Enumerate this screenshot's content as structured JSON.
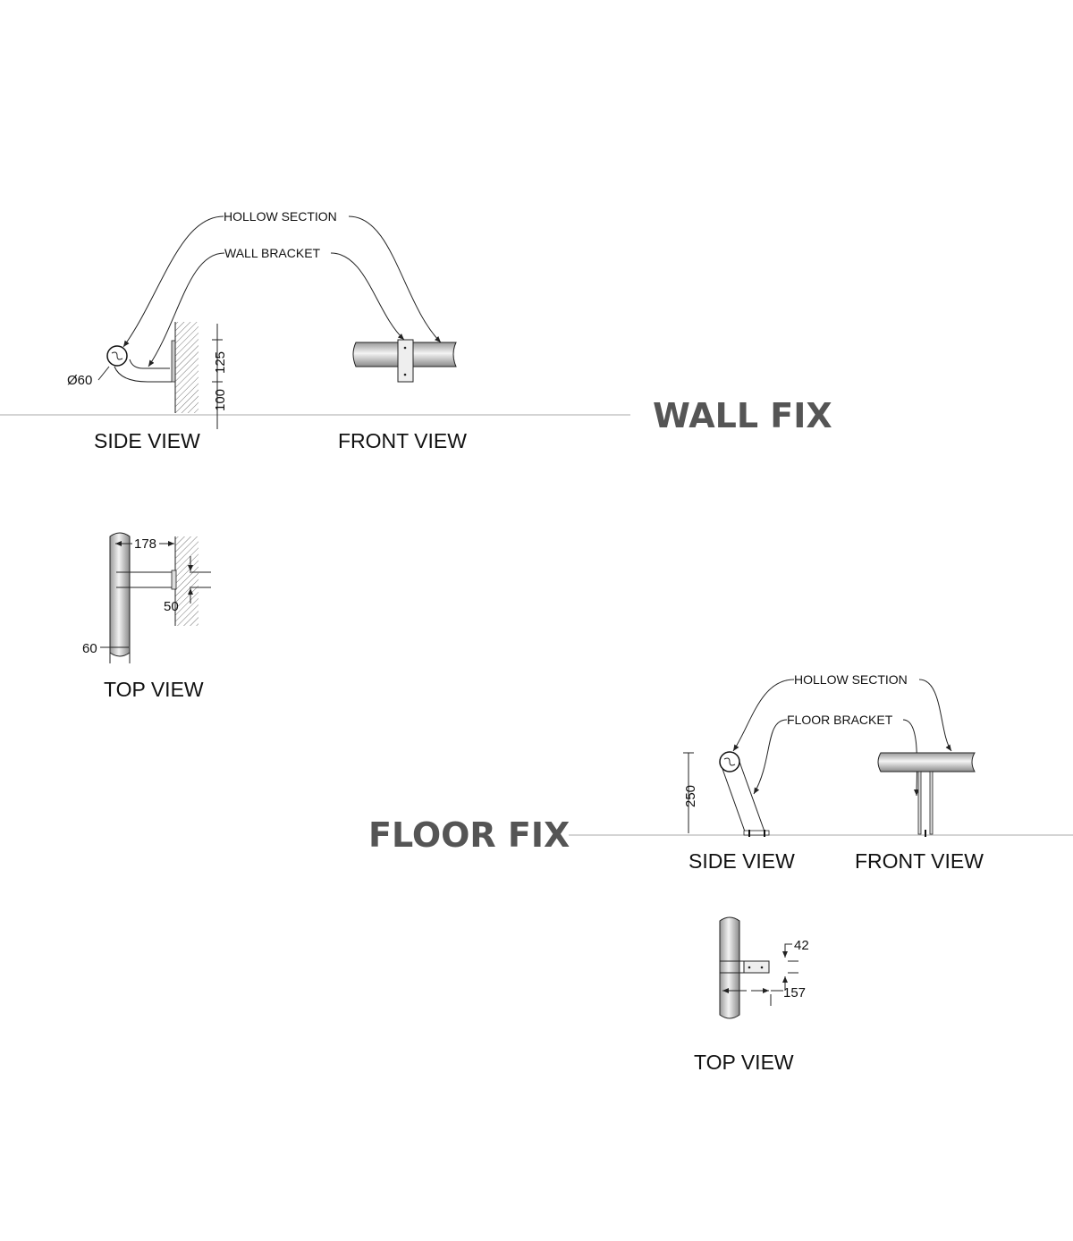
{
  "wall_fix": {
    "title": "WALL FIX",
    "callouts": {
      "hollow_section": "HOLLOW SECTION",
      "wall_bracket": "WALL BRACKET"
    },
    "side_view": {
      "label": "SIDE VIEW",
      "diameter": "Ø60",
      "dim_upper": "125",
      "dim_lower": "100"
    },
    "front_view": {
      "label": "FRONT VIEW"
    },
    "top_view": {
      "label": "TOP VIEW",
      "dim_projection": "178",
      "dim_bracket": "50",
      "dim_pipe": "60"
    }
  },
  "floor_fix": {
    "title": "FLOOR FIX",
    "callouts": {
      "hollow_section": "HOLLOW SECTION",
      "floor_bracket": "FLOOR BRACKET"
    },
    "side_view": {
      "label": "SIDE VIEW",
      "dim_height": "250"
    },
    "front_view": {
      "label": "FRONT VIEW"
    },
    "top_view": {
      "label": "TOP VIEW",
      "dim_bracket": "42",
      "dim_projection": "157"
    }
  }
}
